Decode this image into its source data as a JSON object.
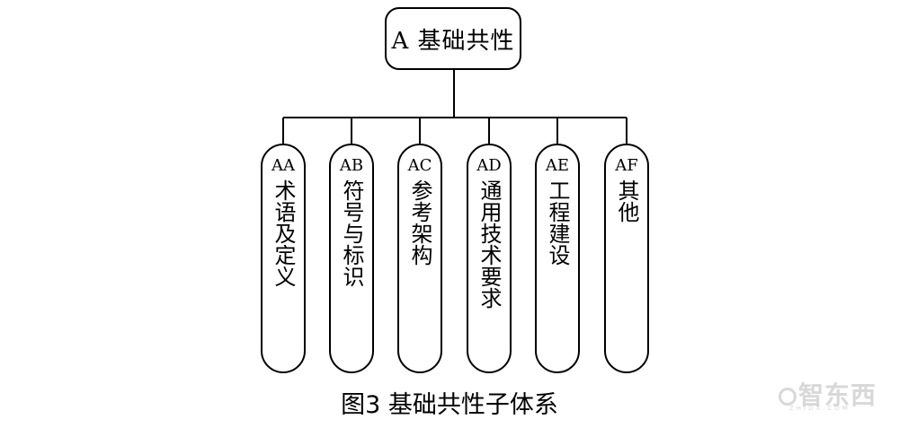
{
  "root": {
    "label": "A 基础共性"
  },
  "children": [
    {
      "code": "AA",
      "label": "术语及定义"
    },
    {
      "code": "AB",
      "label": "符号与标识"
    },
    {
      "code": "AC",
      "label": "参考架构"
    },
    {
      "code": "AD",
      "label": "通用技术要求"
    },
    {
      "code": "AE",
      "label": "工程建设"
    },
    {
      "code": "AF",
      "label": "其他"
    }
  ],
  "caption": "图3 基础共性子体系",
  "watermark": {
    "text": "智东西",
    "sub": "ZHIDX.COM"
  }
}
